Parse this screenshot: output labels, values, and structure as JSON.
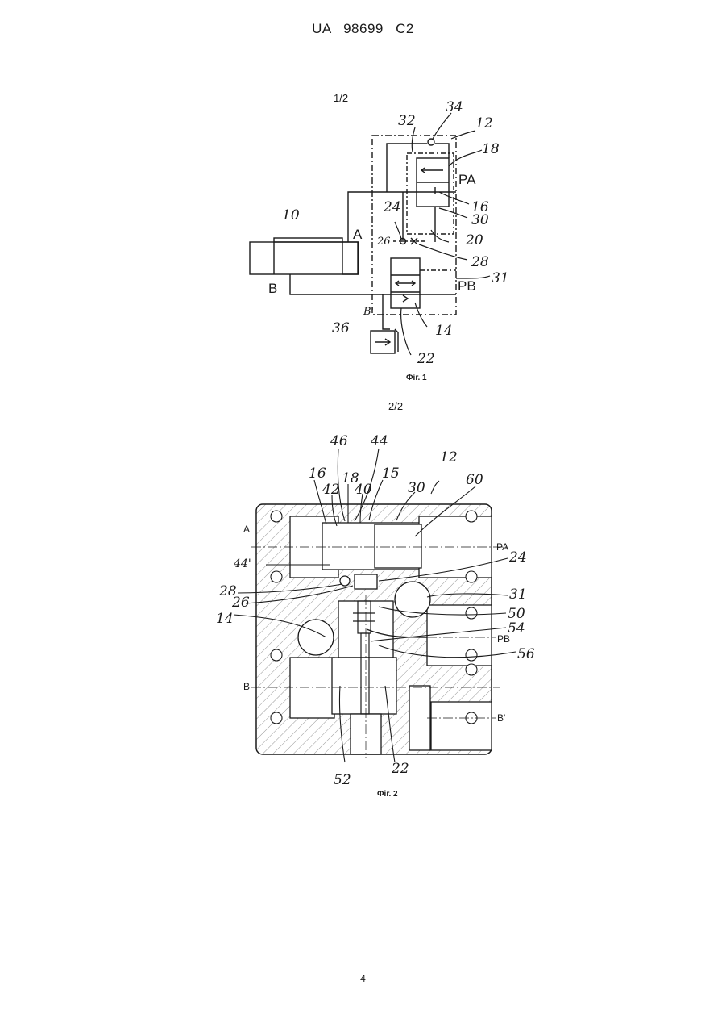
{
  "header": {
    "country": "UA",
    "number": "98699",
    "kind": "C2"
  },
  "fig1": {
    "sheet": "1/2",
    "caption": "Фіг. 1",
    "refs": [
      "34",
      "32",
      "12",
      "18",
      "PA",
      "16",
      "24",
      "30",
      "A",
      "26",
      "20",
      "28",
      "10",
      "PB",
      "31",
      "B",
      "B'",
      "14",
      "36",
      "22"
    ]
  },
  "fig2": {
    "sheet": "2/2",
    "caption": "Фіг. 2",
    "refs": [
      "46",
      "44",
      "12",
      "16",
      "18",
      "15",
      "30",
      "60",
      "42",
      "40",
      "A",
      "PA",
      "44'",
      "24",
      "28",
      "26",
      "31",
      "14",
      "50",
      "54",
      "PB",
      "56",
      "B",
      "B'",
      "52",
      "22"
    ]
  },
  "page_number": "4"
}
